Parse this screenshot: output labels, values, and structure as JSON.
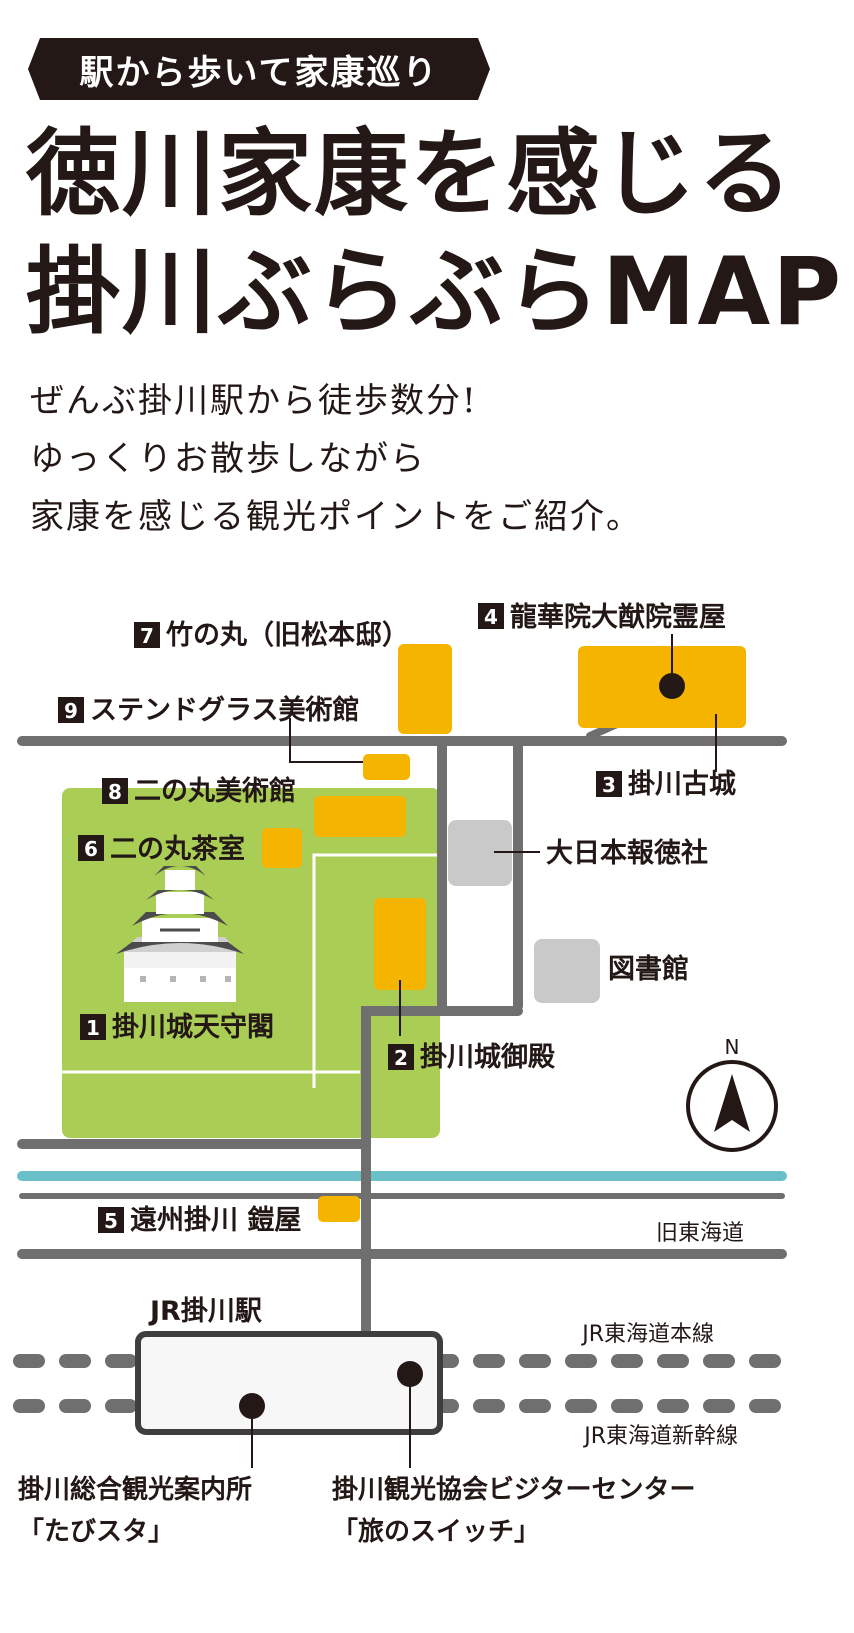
{
  "header": {
    "tagline": "駅から歩いて家康巡り",
    "title_line1": "徳川家康を感じる",
    "title_line2": "掛川ぶらぶらMAP",
    "lead": [
      "ぜんぶ掛川駅から徒歩数分!",
      "ゆっくりお散歩しながら",
      "家康を感じる観光ポイントをご紹介。"
    ]
  },
  "map": {
    "colors": {
      "spot": "#f5b400",
      "park": "#a9cd55",
      "road": "#6f6f6f",
      "river": "#6ac0c8",
      "building": "#c9c9c9",
      "ink": "#231815"
    },
    "spots": [
      {
        "num": "1",
        "name": "掛川城天守閣"
      },
      {
        "num": "2",
        "name": "掛川城御殿"
      },
      {
        "num": "3",
        "name": "掛川古城"
      },
      {
        "num": "4",
        "name": "龍華院大猷院霊屋"
      },
      {
        "num": "5",
        "name": "遠州掛川 鎧屋"
      },
      {
        "num": "6",
        "name": "二の丸茶室"
      },
      {
        "num": "7",
        "name": "竹の丸（旧松本邸）"
      },
      {
        "num": "8",
        "name": "二の丸美術館"
      },
      {
        "num": "9",
        "name": "ステンドグラス美術館"
      }
    ],
    "buildings": [
      "大日本報徳社",
      "図書館"
    ],
    "roads": {
      "old_tokaido": "旧東海道"
    },
    "station": "JR掛川駅",
    "lines": [
      "JR東海道本線",
      "JR東海道新幹線"
    ],
    "info_centers": [
      {
        "line1": "掛川総合観光案内所",
        "line2": "「たびスタ」"
      },
      {
        "line1": "掛川観光協会ビジターセンター",
        "line2": "「旅のスイッチ」"
      }
    ],
    "compass": "N"
  }
}
